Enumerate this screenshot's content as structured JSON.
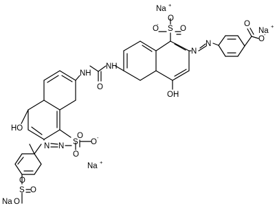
{
  "structure": {
    "labels": {
      "na_top": "Na",
      "na_right": "Na",
      "na_mid": "Na",
      "na_bottom": "Na",
      "sulfonate_top_s": "S",
      "sulfonate_mid_s": "S",
      "sulfonate_bottom_s": "S",
      "oh_top": "OH",
      "oh_left": "HO",
      "nh_left": "NH",
      "nh_right": "NH",
      "azo_top_n1": "N",
      "azo_top_n2": "N",
      "azo_left_n1": "N",
      "azo_left_n2": "N",
      "o": "O",
      "plus": "+",
      "minus": "-"
    }
  }
}
